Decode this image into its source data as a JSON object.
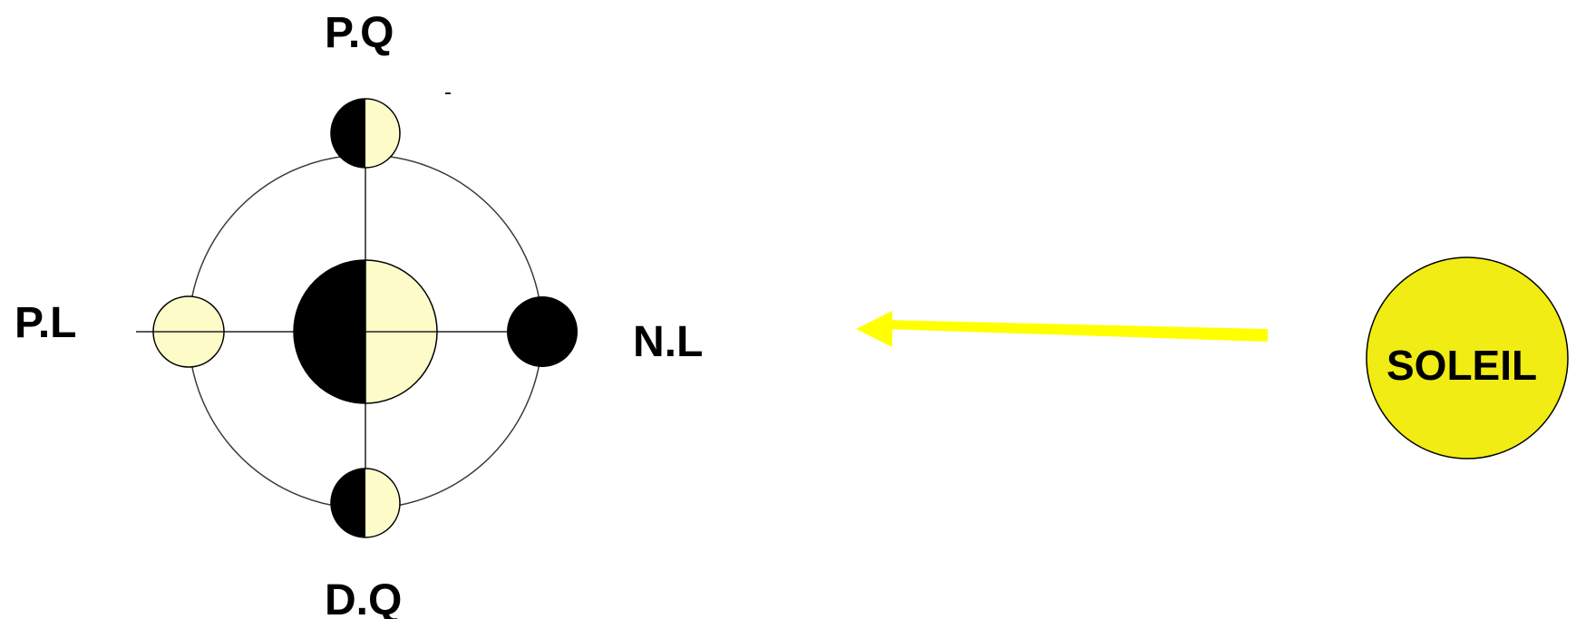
{
  "labels": {
    "first_quarter": "P.Q",
    "full_moon": "P.L",
    "new_moon": "N.L",
    "last_quarter": "D.Q",
    "sun": "SOLEIL"
  },
  "colors": {
    "moon_lit": "#fdfbc8",
    "moon_dark": "#000000",
    "crescent": "#f2ee0a",
    "sun_fill": "#f0ec14",
    "arrow": "#ffff00",
    "orbit": "#3a3a3a"
  },
  "icons": {
    "earth": "half-lit-earth-icon",
    "moon": "moon-phase-icon",
    "sun": "sun-icon",
    "sunlight": "arrow-left-icon"
  }
}
